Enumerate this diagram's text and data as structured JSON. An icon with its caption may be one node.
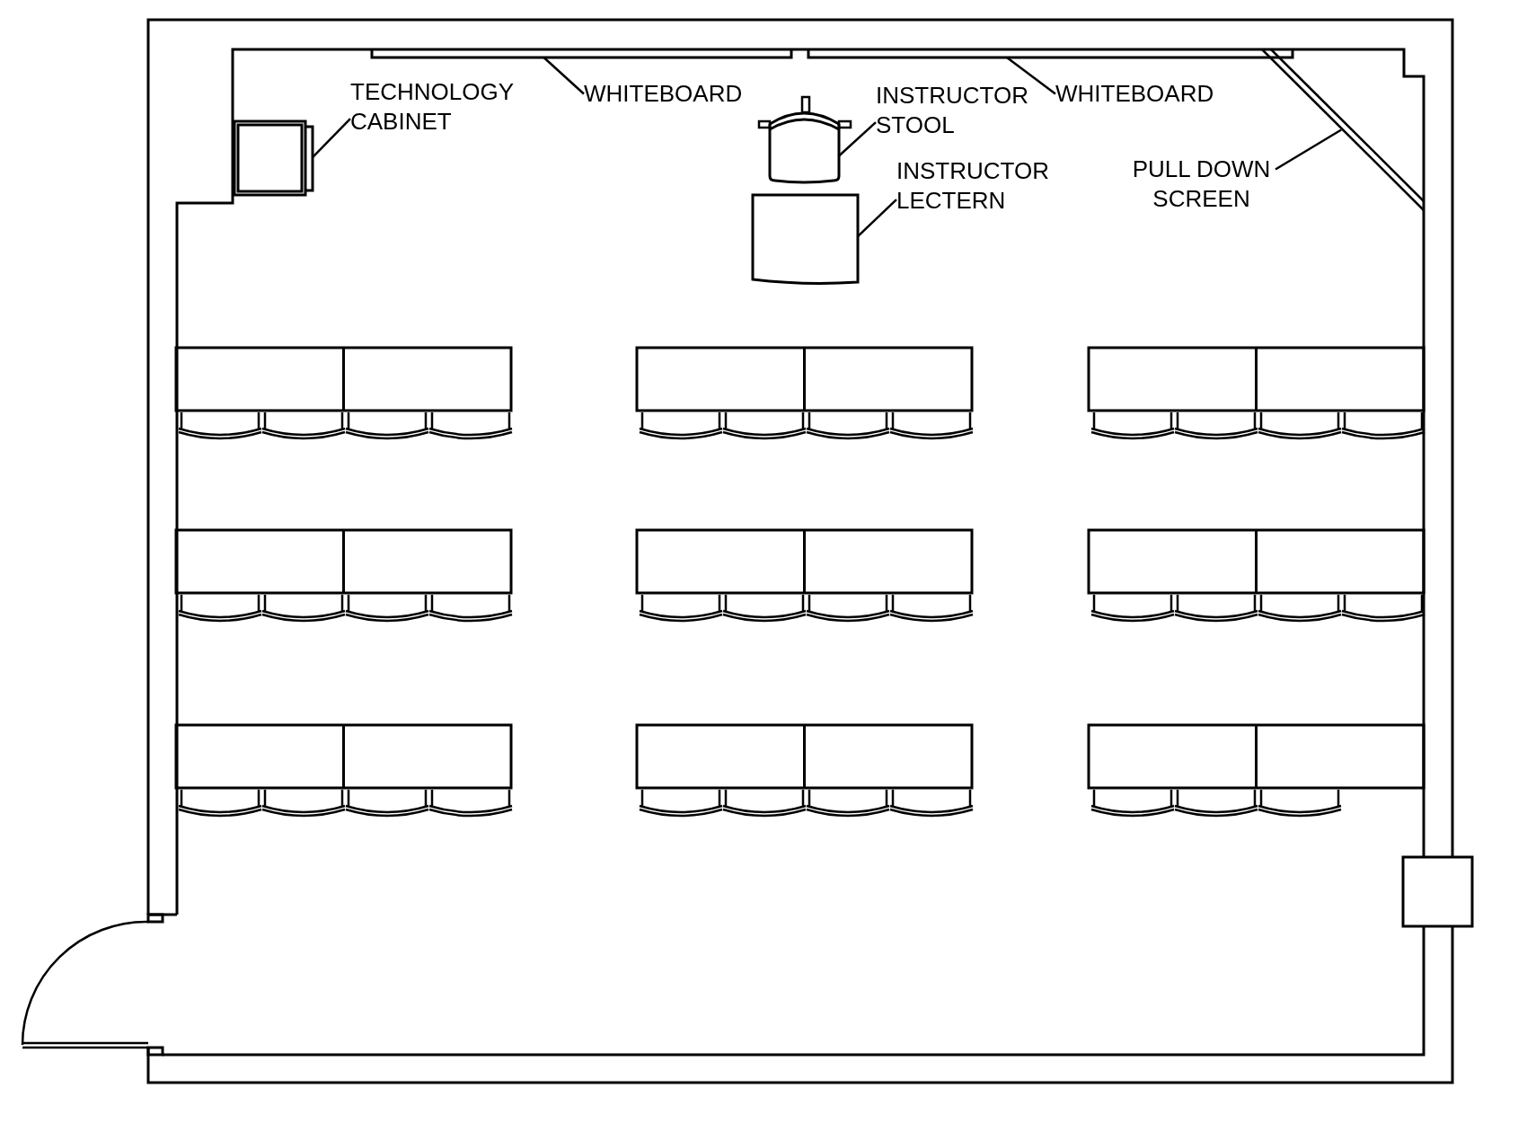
{
  "diagram": {
    "nodes": [
      {
        "text": [
          "TECHNOLOGY CABINET"
        ]
      },
      {
        "text": [],
        "shape": "box"
      },
      {
        "text": [
          "WHITEBOARD"
        ]
      },
      {
        "text": [],
        "shape": "bar"
      },
      {
        "text": [
          "INSTRUCTOR STOOL"
        ]
      },
      {
        "text": [],
        "shape": "picture"
      },
      {
        "text": [
          "INSTRUCTOR LECTERN"
        ]
      },
      {
        "text": [],
        "shape": "box"
      },
      {
        "text": [
          "WHITEBOARD"
        ]
      },
      {
        "text": [],
        "shape": "bar"
      },
      {
        "text": [
          "PULL DOWN SCREEN"
        ]
      },
      {
        "text": [],
        "shape": "bar"
      }
    ],
    "edges": [
      {
        "from": 0,
        "to": 1,
        "arrow": "none"
      },
      {
        "from": 2,
        "to": 3,
        "arrow": "none"
      },
      {
        "from": 4,
        "to": 5,
        "arrow": "none"
      },
      {
        "from": 6,
        "to": 7,
        "arrow": "none"
      },
      {
        "from": 8,
        "to": 9,
        "arrow": "none"
      },
      {
        "from": 10,
        "to": 11,
        "arrow": "none"
      }
    ]
  }
}
